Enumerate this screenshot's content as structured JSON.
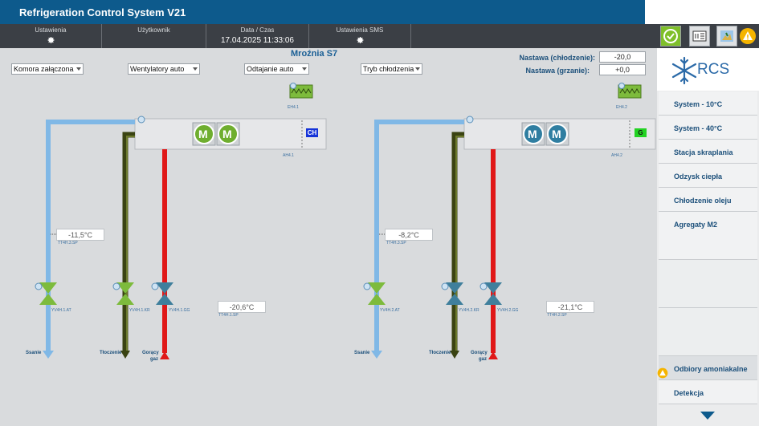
{
  "app": {
    "title": "Refrigeration Control System V21"
  },
  "toolbar": {
    "settings_label": "Ustawienia",
    "user_label": "Użytkownik",
    "user_value": "",
    "datetime_label": "Data / Czas",
    "datetime_value": "17.04.2025 11:33:06",
    "sms_label": "Ustawienia SMS"
  },
  "main": {
    "title": "Mroźnia S7",
    "dropdowns": {
      "chamber": "Komora załączona",
      "fans": "Wentylatory auto",
      "defrost": "Odtajanie auto",
      "mode": "Tryb chłodzenia"
    },
    "setpoints": {
      "cooling_label": "Nastawa (chłodzenie):",
      "cooling_value": "-20,0",
      "heating_label": "Nastawa (grzanie):",
      "heating_value": "+0,0"
    },
    "units": [
      {
        "heater_tag": "EH4.1",
        "evaporator_tag": "AH4.1",
        "mode_badge": "CH",
        "mode_badge_color": "#1533d8",
        "suction_temp": "-11,5°C",
        "suction_temp_tag": "TT4H.3.SP",
        "room_temp": "-20,6°C",
        "room_temp_tag": "TT4H.1.SP",
        "valve_tags": [
          "YV4H.1.AT",
          "YV4H.1.KR",
          "YV4H.1.GG"
        ],
        "motor_color": "#6fae2f",
        "valve_suction_color": "#7dbb3c",
        "valve_discharge_color": "#7dbb3c",
        "valve_hotgas_color": "#3f7f9c"
      },
      {
        "heater_tag": "EH4.2",
        "evaporator_tag": "AH4.2",
        "mode_badge": "G",
        "mode_badge_color": "#22d222",
        "suction_temp": "-8,2°C",
        "suction_temp_tag": "TT4H.3.SP",
        "room_temp": "-21,1°C",
        "room_temp_tag": "TT4H.2.SP",
        "valve_tags": [
          "YV4H.2.AT",
          "YV4H.2.KR",
          "YV4H.2.GG"
        ],
        "motor_color": "#2f7ea1",
        "valve_suction_color": "#7dbb3c",
        "valve_discharge_color": "#3f7f9c",
        "valve_hotgas_color": "#3f7f9c"
      }
    ],
    "pipe_labels": {
      "suction": "Ssanie",
      "discharge": "Tłoczenie",
      "hotgas_line1": "Gorący",
      "hotgas_line2": "gaz"
    }
  },
  "sidebar": {
    "logo_text": "RCS",
    "items": [
      "System - 10°C",
      "System - 40°C",
      "Stacja skraplania",
      "Odzysk ciepła",
      "Chłodzenie oleju",
      "Agregaty M2",
      "Odbiory amoniakalne",
      "Detekcja"
    ]
  },
  "colors": {
    "header": "#0d5a8c",
    "toolbar": "#3b3f45",
    "suction_pipe": "#80b8e6",
    "discharge_pipe": "#3a4312",
    "hotgas_pipe": "#e01818",
    "alarm": "#f5b400"
  }
}
